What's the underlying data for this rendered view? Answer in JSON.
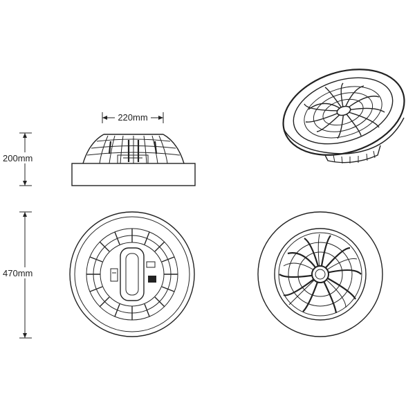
{
  "dimensions": {
    "width_label": "220mm",
    "height_label": "200mm",
    "diameter_label": "470mm"
  },
  "colors": {
    "line": "#222222",
    "background": "#ffffff"
  },
  "views": [
    {
      "name": "side-view"
    },
    {
      "name": "perspective-view"
    },
    {
      "name": "bottom-view"
    },
    {
      "name": "top-view"
    }
  ]
}
